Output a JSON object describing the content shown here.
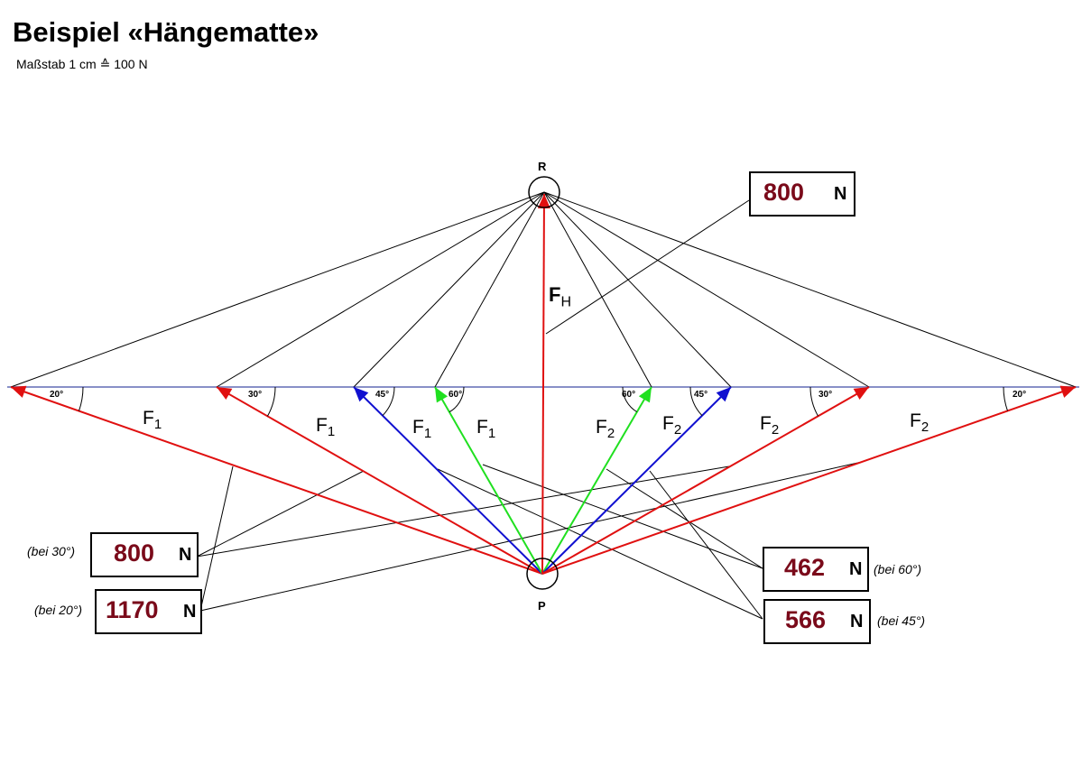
{
  "title": "Beispiel «Hängematte»",
  "scale": "Maßstab 1 cm ≙ 100 N",
  "points": {
    "R": "R",
    "P": "P"
  },
  "force_h": {
    "F": "F",
    "sub": "H"
  },
  "forces_left": [
    {
      "sub": "1",
      "angle": "20°"
    },
    {
      "sub": "1",
      "angle": "30°"
    },
    {
      "sub": "1",
      "angle": "45°"
    },
    {
      "sub": "1",
      "angle": "60°"
    }
  ],
  "forces_right": [
    {
      "sub": "2",
      "angle": "60°"
    },
    {
      "sub": "2",
      "angle": "45°"
    },
    {
      "sub": "2",
      "angle": "30°"
    },
    {
      "sub": "2",
      "angle": "20°"
    }
  ],
  "F": "F",
  "boxes": {
    "fh": {
      "value": "800",
      "unit": "N"
    },
    "b30": {
      "value": "800",
      "unit": "N",
      "note": "(bei 30°)"
    },
    "b20": {
      "value": "1170",
      "unit": "N",
      "note": "(bei 20°)"
    },
    "b60": {
      "value": "462",
      "unit": "N",
      "note": "(bei 60°)"
    },
    "b45": {
      "value": "566",
      "unit": "N",
      "note": "(bei 45°)"
    }
  },
  "colors": {
    "red": "#e01010",
    "blue": "#1010d0",
    "green": "#20e020",
    "line": "#8890c8",
    "num": "#7a0a1a"
  }
}
